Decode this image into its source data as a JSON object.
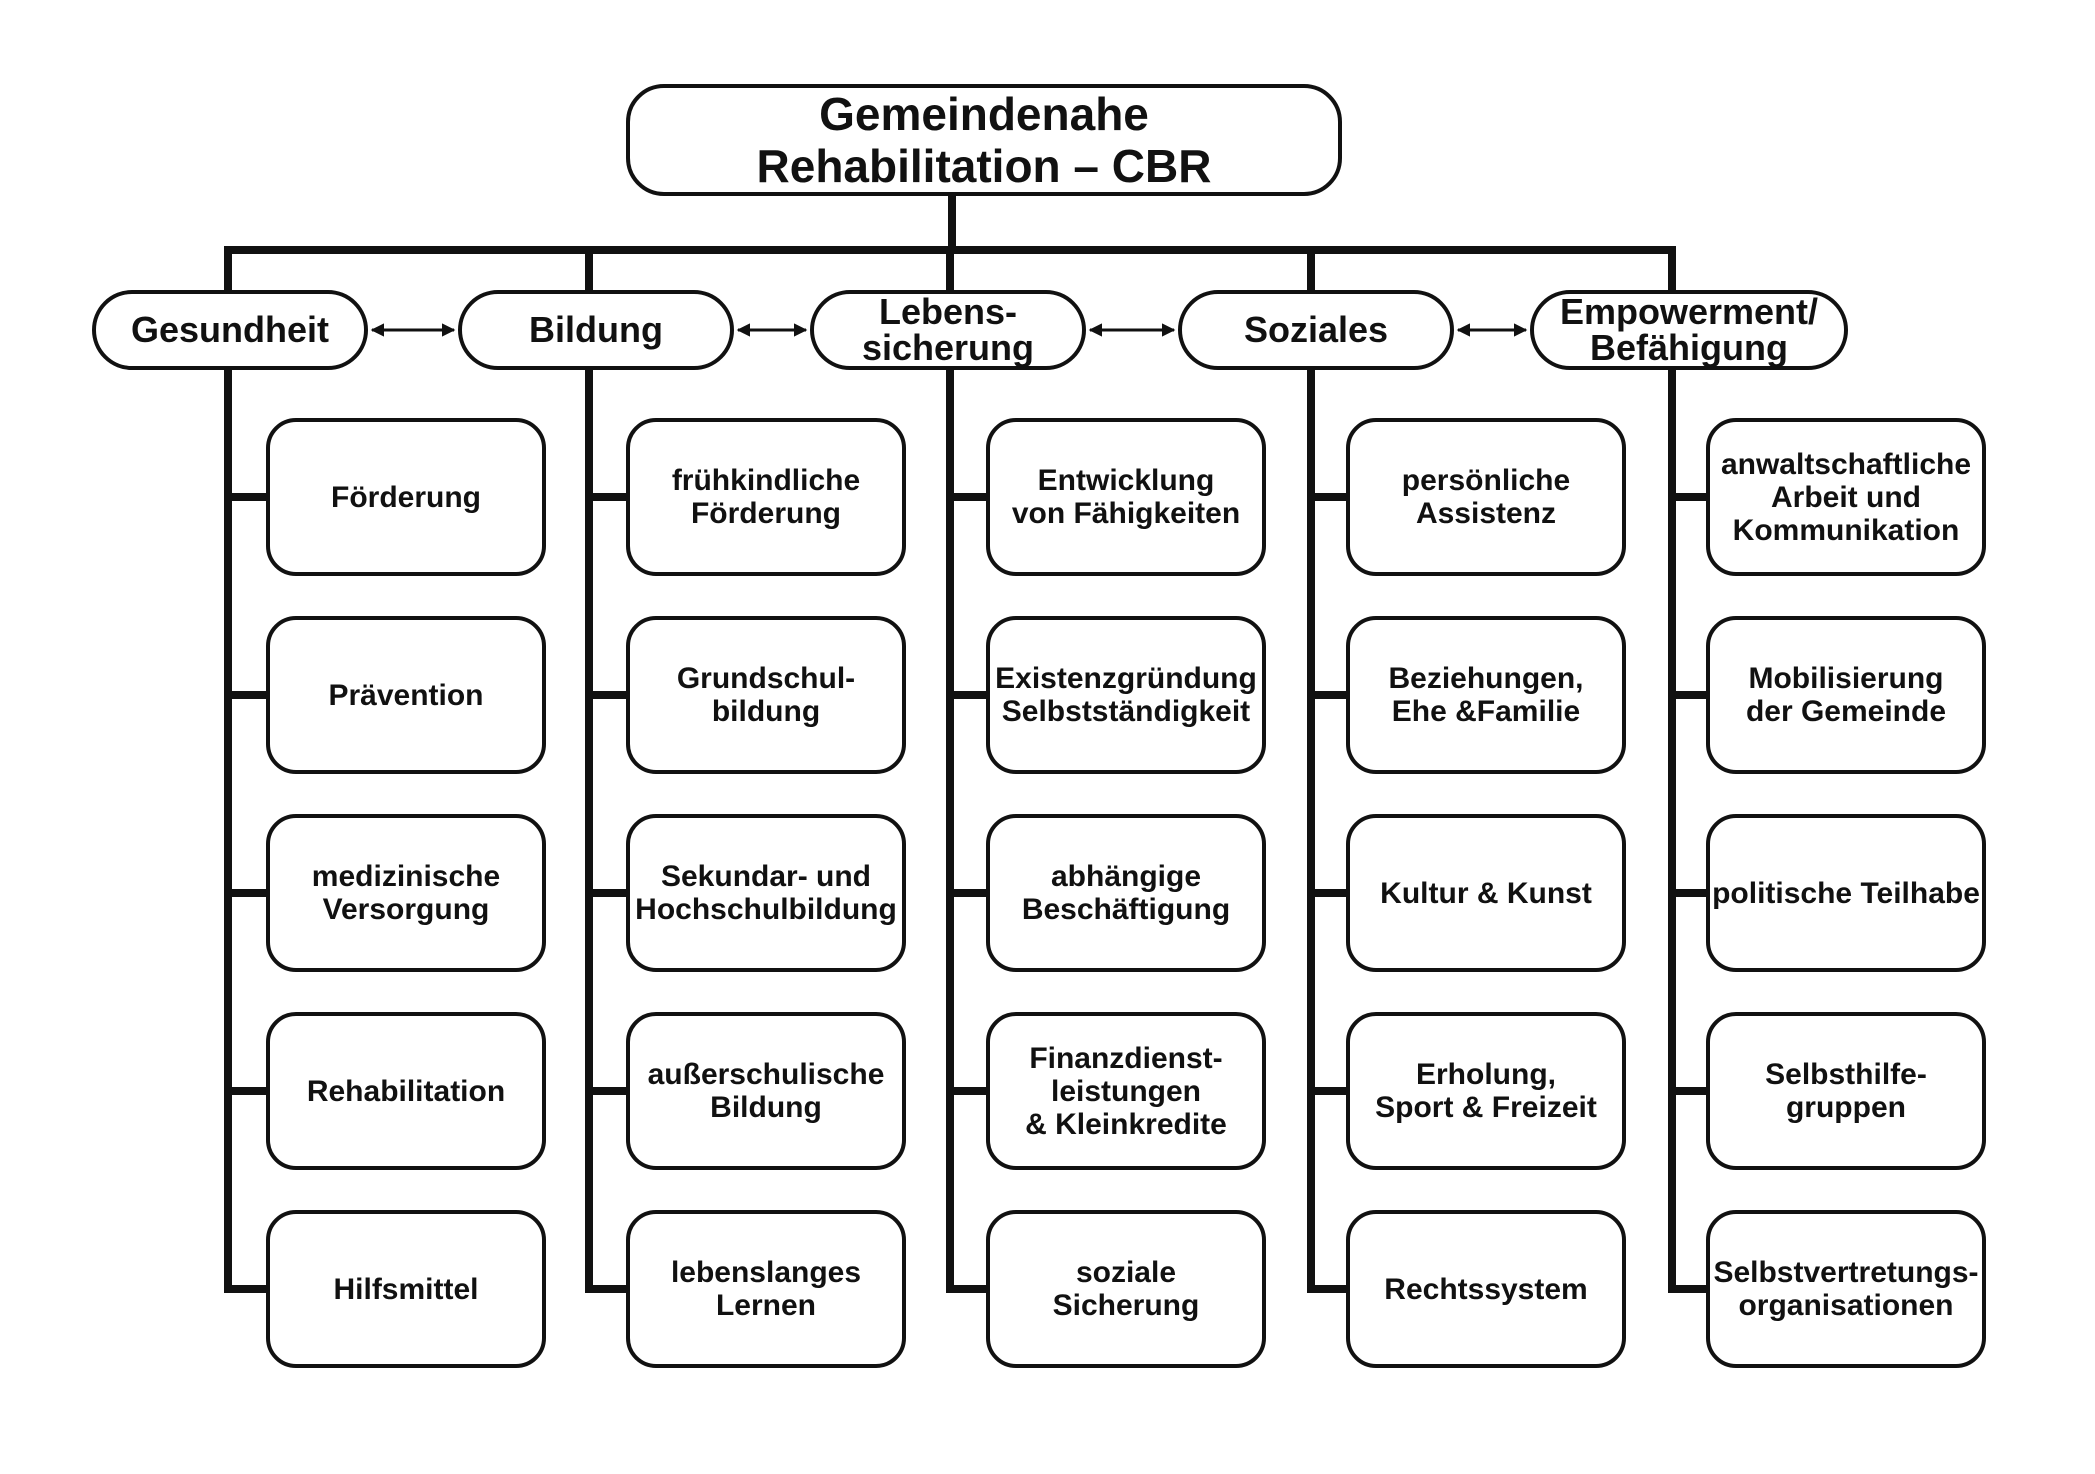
{
  "root": {
    "title": "Gemeindenahe\nRehabilitation – CBR"
  },
  "categories": [
    {
      "id": "gesundheit",
      "label": "Gesundheit",
      "items": [
        "Förderung",
        "Prävention",
        "medizinische\nVersorgung",
        "Rehabilitation",
        "Hilfsmittel"
      ]
    },
    {
      "id": "bildung",
      "label": "Bildung",
      "items": [
        "frühkindliche\nFörderung",
        "Grundschul-\nbildung",
        "Sekundar- und\nHochschulbildung",
        "außerschulische\nBildung",
        "lebenslanges\nLernen"
      ]
    },
    {
      "id": "lebenssicherung",
      "label": "Lebens-\nsicherung",
      "items": [
        "Entwicklung\nvon Fähigkeiten",
        "Existenzgründung\nSelbstständigkeit",
        "abhängige\nBeschäftigung",
        "Finanzdienst-\nleistungen\n& Kleinkredite",
        "soziale\nSicherung"
      ]
    },
    {
      "id": "soziales",
      "label": "Soziales",
      "items": [
        "persönliche\nAssistenz",
        "Beziehungen,\nEhe &Familie",
        "Kultur & Kunst",
        "Erholung,\nSport & Freizeit",
        "Rechtssystem"
      ]
    },
    {
      "id": "empowerment",
      "label": "Empowerment/\nBefähigung",
      "items": [
        "anwaltschaftliche\nArbeit und\nKommunikation",
        "Mobilisierung\nder Gemeinde",
        "politische Teilhabe",
        "Selbsthilfe-\ngruppen",
        "Selbstvertretungs-\norganisationen"
      ]
    }
  ],
  "colors": {
    "line": "#111111",
    "background": "#ffffff"
  }
}
